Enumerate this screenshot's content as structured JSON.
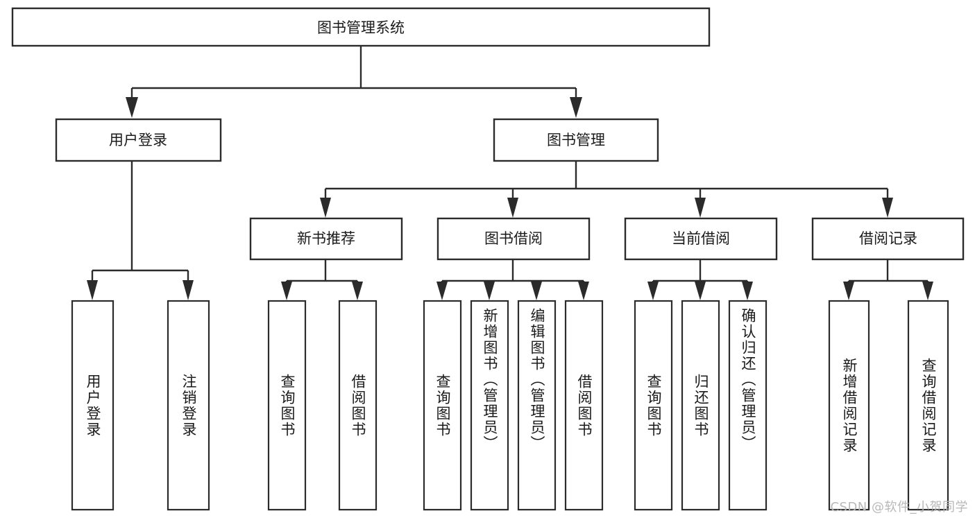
{
  "diagram": {
    "type": "tree-hierarchy",
    "title": "图书管理系统",
    "root": {
      "id": "root",
      "label": "图书管理系统"
    },
    "level2": [
      {
        "id": "user-login",
        "label": "用户登录"
      },
      {
        "id": "book-manage",
        "label": "图书管理"
      }
    ],
    "level3": [
      {
        "id": "new-book-rec",
        "label": "新书推荐",
        "parent": "book-manage"
      },
      {
        "id": "book-borrow",
        "label": "图书借阅",
        "parent": "book-manage"
      },
      {
        "id": "current-borrow",
        "label": "当前借阅",
        "parent": "book-manage"
      },
      {
        "id": "borrow-record",
        "label": "借阅记录",
        "parent": "book-manage"
      }
    ],
    "leaves": [
      {
        "id": "leaf-user-login",
        "label": "用户登录",
        "parent": "user-login"
      },
      {
        "id": "leaf-user-logout",
        "label": "注销登录",
        "parent": "user-login"
      },
      {
        "id": "leaf-query-book-1",
        "label": "查询图书",
        "parent": "new-book-rec"
      },
      {
        "id": "leaf-borrow-book-1",
        "label": "借阅图书",
        "parent": "new-book-rec"
      },
      {
        "id": "leaf-query-book-2",
        "label": "查询图书",
        "parent": "book-borrow"
      },
      {
        "id": "leaf-add-book",
        "label": "新增图书（管理员）",
        "parent": "book-borrow"
      },
      {
        "id": "leaf-edit-book",
        "label": "编辑图书（管理员）",
        "parent": "book-borrow"
      },
      {
        "id": "leaf-borrow-book-2",
        "label": "借阅图书",
        "parent": "book-borrow"
      },
      {
        "id": "leaf-query-book-3",
        "label": "查询图书",
        "parent": "current-borrow"
      },
      {
        "id": "leaf-return-book",
        "label": "归还图书",
        "parent": "current-borrow"
      },
      {
        "id": "leaf-confirm-return",
        "label": "确认归还（管理员）",
        "parent": "current-borrow"
      },
      {
        "id": "leaf-add-record",
        "label": "新增借阅记录",
        "parent": "borrow-record"
      },
      {
        "id": "leaf-query-record",
        "label": "查询借阅记录",
        "parent": "borrow-record"
      }
    ]
  },
  "watermark": {
    "text": "CSDN @软件_小贺同学"
  },
  "colors": {
    "background": "#ffffff",
    "box_fill": "#ffffff",
    "stroke": "#2b2b2b",
    "text": "#1a1a1a",
    "watermark": "#b8b8b8"
  }
}
